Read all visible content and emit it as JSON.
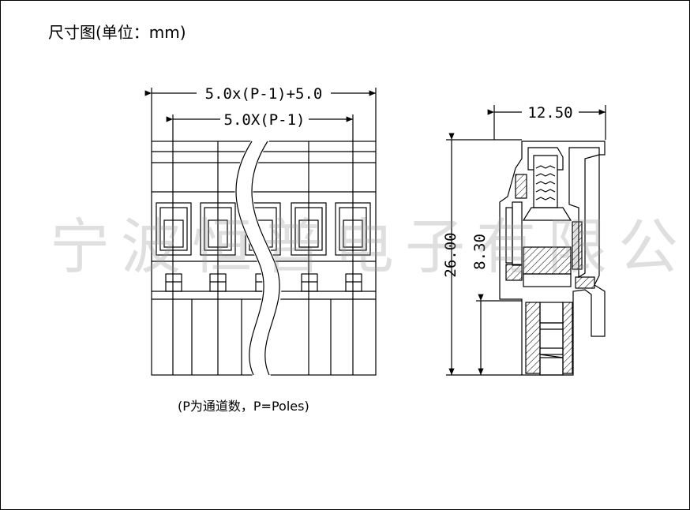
{
  "title": "尺寸图(单位：mm)",
  "watermark": "宁波恒普电子有限公司",
  "note": "(P为通道数，P=Poles)",
  "front_view": {
    "dim_overall": "5.0x(P-1)+5.0",
    "dim_pitch": "5.0X(P-1)"
  },
  "side_view": {
    "dim_width": "12.50",
    "dim_height": "26.00",
    "dim_pin": "8.30"
  },
  "colors": {
    "line": "#000000",
    "watermark": "#969696"
  }
}
